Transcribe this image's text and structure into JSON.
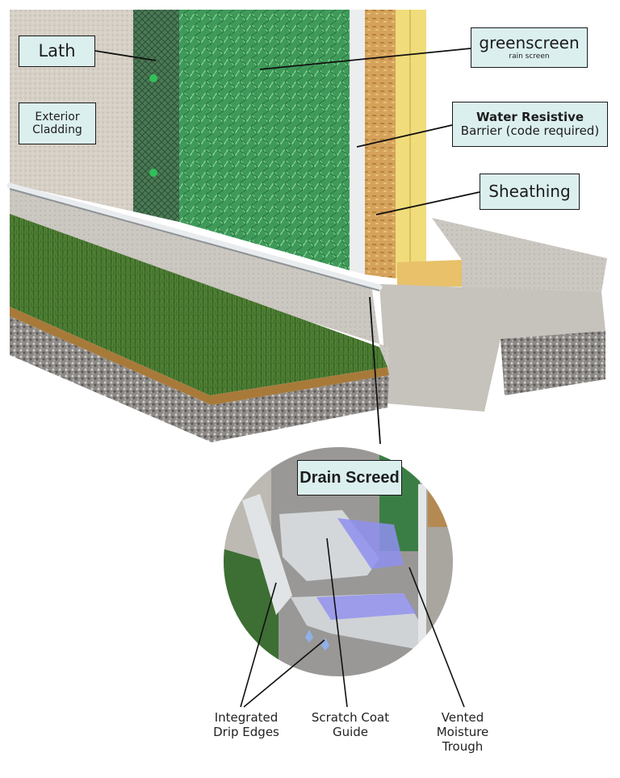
{
  "labels": {
    "lath": "Lath",
    "exterior_cladding": [
      "Exterior",
      "Cladding"
    ],
    "greenscreen": "greenscreen",
    "greenscreen_sub": "rain screen",
    "wrb_title": "Water Resistive",
    "wrb_sub": "Barrier (code required)",
    "sheathing": "Sheathing",
    "drain_screed": "Drain Screed",
    "drip_edges": [
      "Integrated",
      "Drip Edges"
    ],
    "scratch_coat": [
      "Scratch Coat",
      "Guide"
    ],
    "moisture_trough": [
      "Vented",
      "Moisture",
      "Trough"
    ]
  },
  "colors": {
    "label_fill": "#dcefef",
    "greenscreen_mesh": "#3f9a5a",
    "stucco": "#d8d2c8",
    "concrete": "#c9c5bf",
    "gravel": "#8d8a88",
    "grass": "#3e6b2a",
    "soil": "#a87a3a",
    "osb": "#d4a25b",
    "stud": "#f0dc7a",
    "screed": "#c9cdd0",
    "trough_water": "#8f8ff0"
  }
}
